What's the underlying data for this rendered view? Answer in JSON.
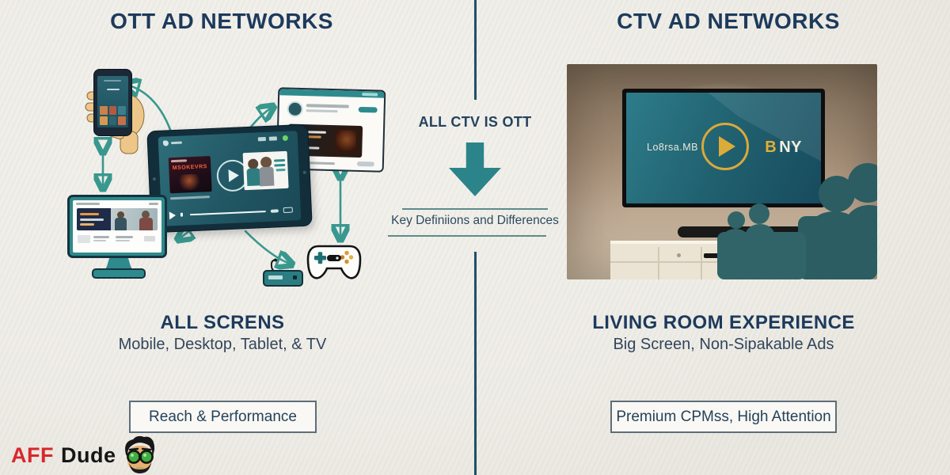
{
  "left": {
    "title": "OTT AD NETWORKS",
    "heading": "ALL SCRENS",
    "subheading": "Mobile, Desktop, Tablet, & TV",
    "button_label": "Reach & Performance",
    "tablet_thumb_text": "MSOKEVRS"
  },
  "center": {
    "claim": "ALL CTV IS OTT",
    "divider_label": "Key Definiions and Differences"
  },
  "right": {
    "title": "CTV AD NETWORKS",
    "heading": "LIVING ROOM EXPERIENCE",
    "subheading": "Big Screen, Non-Sipakable Ads",
    "button_label": "Premium CPMss, High Attention",
    "tv": {
      "brand_left": "Lo8rsa.MB",
      "brand_right_accent": "B",
      "brand_right": "NY"
    }
  },
  "logo": {
    "accent": "AFF",
    "rest": "Dude"
  },
  "colors": {
    "navy": "#1c3a5c",
    "teal": "#2e8b8d",
    "gold": "#d9a93c",
    "red": "#d7282c",
    "background": "#f0eee8"
  }
}
